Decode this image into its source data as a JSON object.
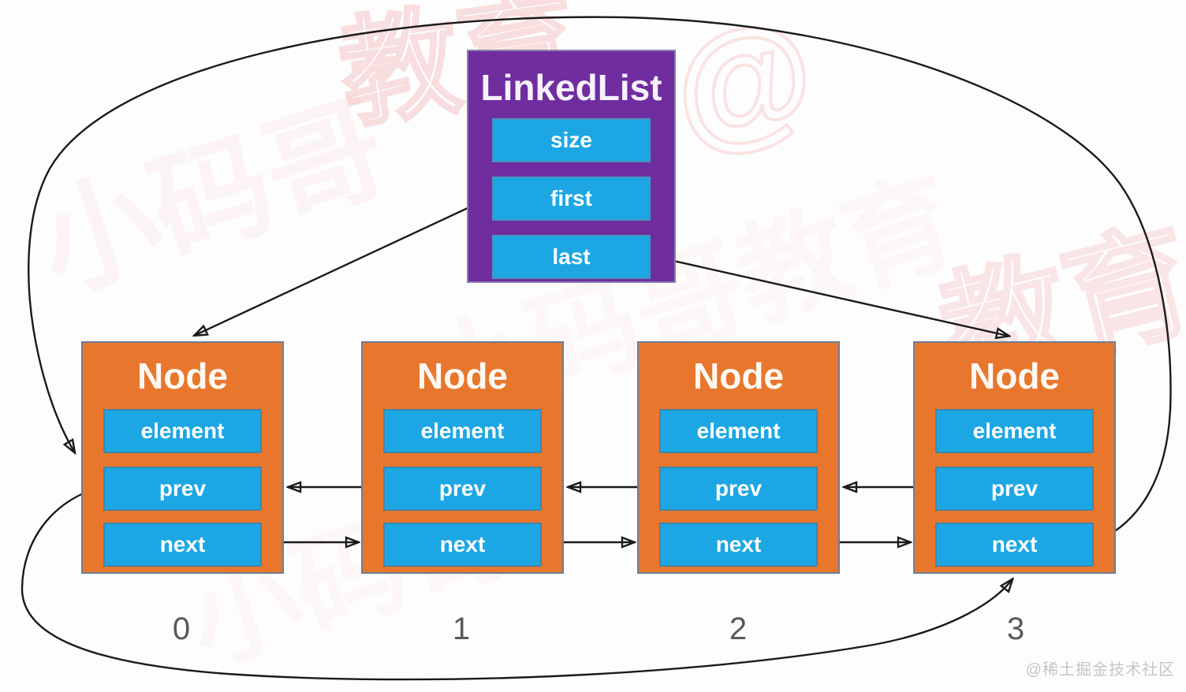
{
  "diagram": {
    "linkedlist": {
      "title": "LinkedList",
      "fields": [
        "size",
        "first",
        "last"
      ]
    },
    "nodes": [
      {
        "title": "Node",
        "fields": [
          "element",
          "prev",
          "next"
        ],
        "index": "0"
      },
      {
        "title": "Node",
        "fields": [
          "element",
          "prev",
          "next"
        ],
        "index": "1"
      },
      {
        "title": "Node",
        "fields": [
          "element",
          "prev",
          "next"
        ],
        "index": "2"
      },
      {
        "title": "Node",
        "fields": [
          "element",
          "prev",
          "next"
        ],
        "index": "3"
      }
    ],
    "arrows": [
      {
        "name": "first-to-node0",
        "from": "LinkedList.first",
        "to": "Node 0"
      },
      {
        "name": "last-to-node3",
        "from": "LinkedList.last",
        "to": "Node 3"
      },
      {
        "name": "node1-prev-to-node0",
        "from": "Node 1.prev",
        "to": "Node 0"
      },
      {
        "name": "node2-prev-to-node1",
        "from": "Node 2.prev",
        "to": "Node 1"
      },
      {
        "name": "node3-prev-to-node2",
        "from": "Node 3.prev",
        "to": "Node 2"
      },
      {
        "name": "node0-next-to-node1",
        "from": "Node 0.next",
        "to": "Node 1"
      },
      {
        "name": "node1-next-to-node2",
        "from": "Node 1.next",
        "to": "Node 2"
      },
      {
        "name": "node2-next-to-node3",
        "from": "Node 2.next",
        "to": "Node 3"
      },
      {
        "name": "node3-next-loop-to-node0",
        "from": "Node 3.next",
        "to": "Node 0"
      },
      {
        "name": "node0-prev-loop-to-node3",
        "from": "Node 0.prev",
        "to": "Node 3"
      }
    ],
    "colors": {
      "linkedlist_fill": "#6F2DA0",
      "node_fill": "#E8772D",
      "field_fill": "#1CA7E4",
      "arrow": "#1a1a1a",
      "index_text": "#595959",
      "watermark_pink": "#ECA0A0",
      "watermark_gray": "#C9C3C3"
    }
  },
  "watermark": {
    "juejin": "@稀土掘金技术社区",
    "fragments": [
      "小码哥",
      "教育",
      "@",
      "小码哥教育",
      "教育",
      "小码哥"
    ]
  }
}
